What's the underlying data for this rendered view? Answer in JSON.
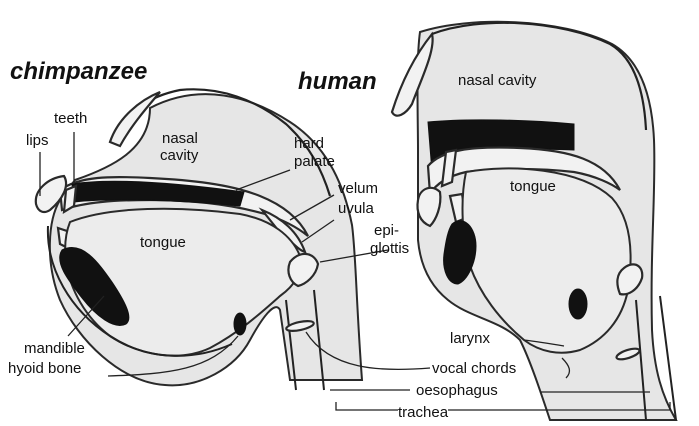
{
  "titles": {
    "chimpanzee": "chimpanzee",
    "human": "human"
  },
  "chimp_labels": {
    "teeth": "teeth",
    "lips": "lips",
    "nasal_1": "nasal",
    "nasal_2": "cavity",
    "hard_1": "hard",
    "hard_2": "palate",
    "velum": "velum",
    "uvula": "uvula",
    "epi_1": "epi-",
    "epi_2": "glottis",
    "tongue": "tongue",
    "mandible": "mandible",
    "hyoid": "hyoid bone"
  },
  "human_labels": {
    "nasal_cavity": "nasal cavity",
    "tongue": "tongue"
  },
  "shared_labels": {
    "larynx": "larynx",
    "vocal_chords": "vocal chords",
    "oesophagus": "oesophagus",
    "trachea": "trachea"
  }
}
